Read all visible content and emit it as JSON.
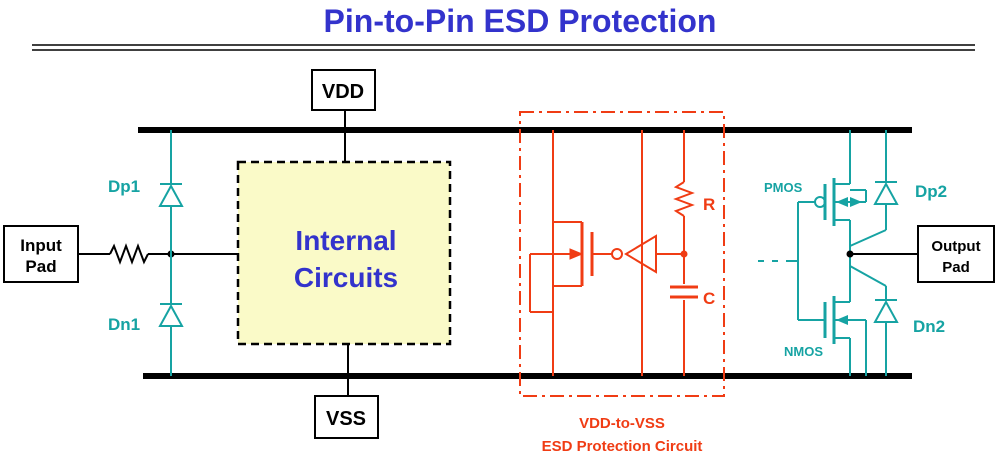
{
  "title": "Pin-to-Pin ESD Protection",
  "labels": {
    "vdd": "VDD",
    "vss": "VSS",
    "input_pad_line1": "Input",
    "input_pad_line2": "Pad",
    "output_pad_line1": "Output",
    "output_pad_line2": "Pad",
    "internal_line1": "Internal",
    "internal_line2": "Circuits",
    "dp1": "Dp1",
    "dn1": "Dn1",
    "dp2": "Dp2",
    "dn2": "Dn2",
    "pmos": "PMOS",
    "nmos": "NMOS",
    "r": "R",
    "c": "C",
    "esd_caption_line1": "VDD-to-VSS",
    "esd_caption_line2": "ESD Protection Circuit"
  },
  "colors": {
    "title": "#3333cc",
    "teal": "#16a3a3",
    "red": "#f03c14",
    "internal_fill": "#fafac8",
    "internal_text": "#3333cc",
    "black": "#000000"
  }
}
